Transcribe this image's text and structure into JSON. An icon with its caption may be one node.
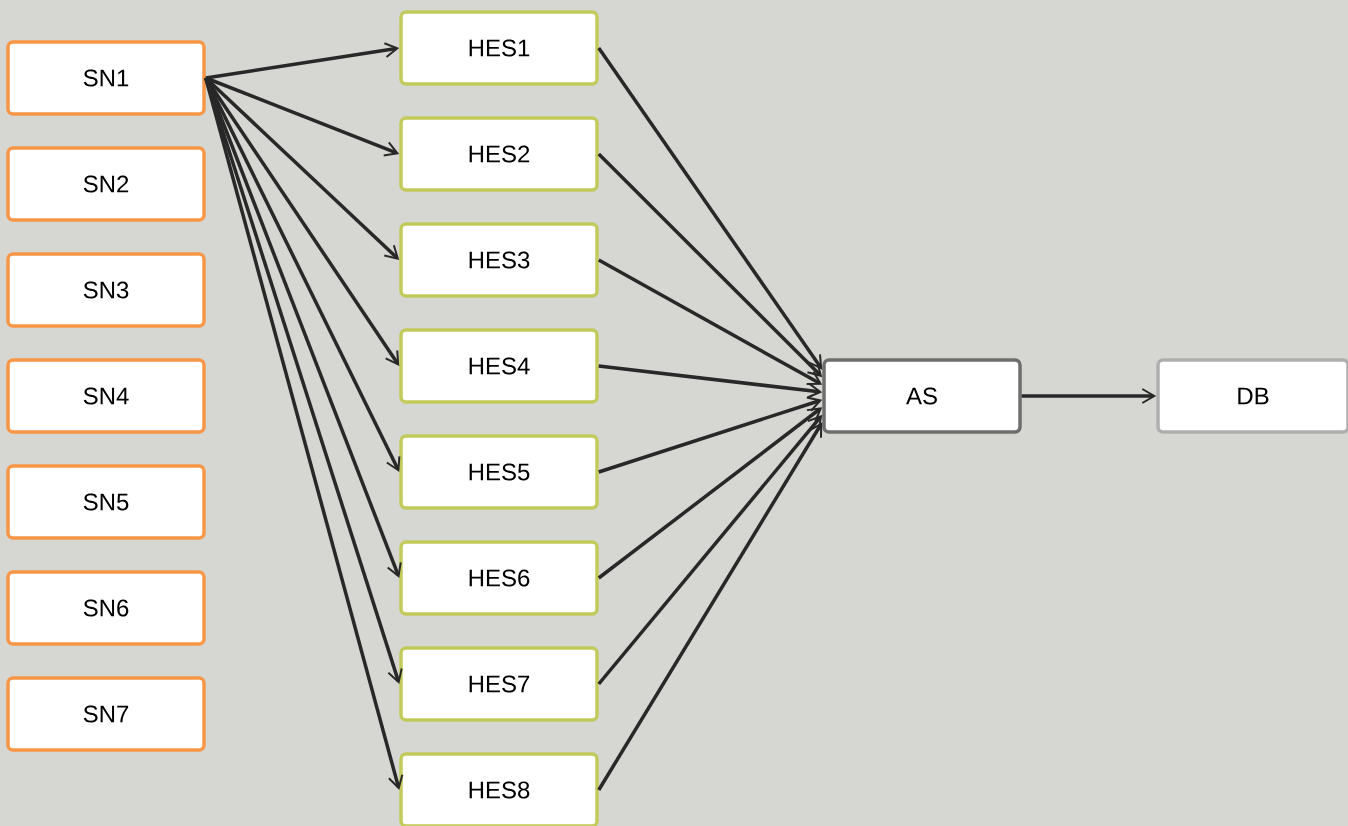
{
  "diagram": {
    "nodes": [
      {
        "text": [
          "SN1"
        ]
      },
      {
        "text": [
          "SN2"
        ]
      },
      {
        "text": [
          "SN3"
        ]
      },
      {
        "text": [
          "SN4"
        ]
      },
      {
        "text": [
          "SN5"
        ]
      },
      {
        "text": [
          "SN6"
        ]
      },
      {
        "text": [
          "SN7"
        ]
      },
      {
        "text": [
          "HES1"
        ]
      },
      {
        "text": [
          "HES2"
        ]
      },
      {
        "text": [
          "HES3"
        ]
      },
      {
        "text": [
          "HES4"
        ]
      },
      {
        "text": [
          "HES5"
        ]
      },
      {
        "text": [
          "HES6"
        ]
      },
      {
        "text": [
          "HES7"
        ]
      },
      {
        "text": [
          "HES8"
        ]
      },
      {
        "text": [
          "AS"
        ]
      },
      {
        "text": [
          "DB"
        ]
      }
    ],
    "edges": [
      {
        "from": 0,
        "to": 7,
        "arrow": "to"
      },
      {
        "from": 0,
        "to": 8,
        "arrow": "to"
      },
      {
        "from": 0,
        "to": 9,
        "arrow": "to"
      },
      {
        "from": 0,
        "to": 10,
        "arrow": "to"
      },
      {
        "from": 0,
        "to": 11,
        "arrow": "to"
      },
      {
        "from": 0,
        "to": 12,
        "arrow": "to"
      },
      {
        "from": 0,
        "to": 13,
        "arrow": "to"
      },
      {
        "from": 0,
        "to": 14,
        "arrow": "to"
      },
      {
        "from": 7,
        "to": 15,
        "arrow": "to"
      },
      {
        "from": 8,
        "to": 15,
        "arrow": "to"
      },
      {
        "from": 9,
        "to": 15,
        "arrow": "to"
      },
      {
        "from": 10,
        "to": 15,
        "arrow": "to"
      },
      {
        "from": 11,
        "to": 15,
        "arrow": "to"
      },
      {
        "from": 12,
        "to": 15,
        "arrow": "to"
      },
      {
        "from": 13,
        "to": 15,
        "arrow": "to"
      },
      {
        "from": 14,
        "to": 15,
        "arrow": "to"
      },
      {
        "from": 15,
        "to": 16,
        "arrow": "to"
      }
    ]
  }
}
